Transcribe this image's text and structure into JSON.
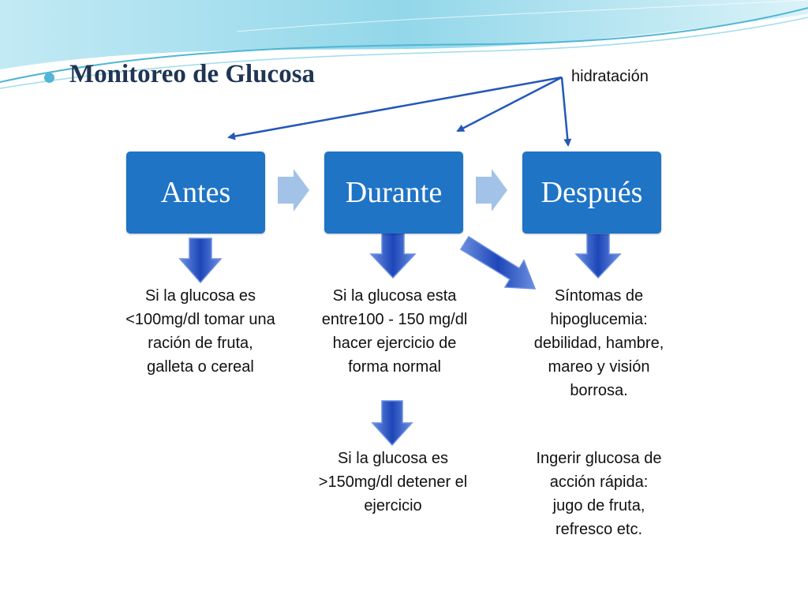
{
  "title": "Monitoreo de Glucosa",
  "note_label": "hidratación",
  "stages": [
    {
      "label": "Antes"
    },
    {
      "label": "Durante"
    },
    {
      "label": "Después"
    }
  ],
  "texts": {
    "antes": "Si la glucosa es <100mg/dl tomar una ración de fruta, galleta o cereal",
    "durante": "Si la glucosa esta entre100 - 150 mg/dl hacer ejercicio de forma normal",
    "durante_alto": "Si la glucosa es >150mg/dl detener el ejercicio",
    "despues_sintomas": "Síntomas de hipoglucemia: debilidad, hambre, mareo y visión borrosa.",
    "despues_accion": "Ingerir glucosa de acción rápida: jugo de fruta, refresco etc."
  },
  "colors": {
    "box": "#1f74c6",
    "chevron": "#a3c2e8",
    "down_arrow": "#2c57c9",
    "wave": "#7fd0e6",
    "pointer": "#2458b8"
  }
}
